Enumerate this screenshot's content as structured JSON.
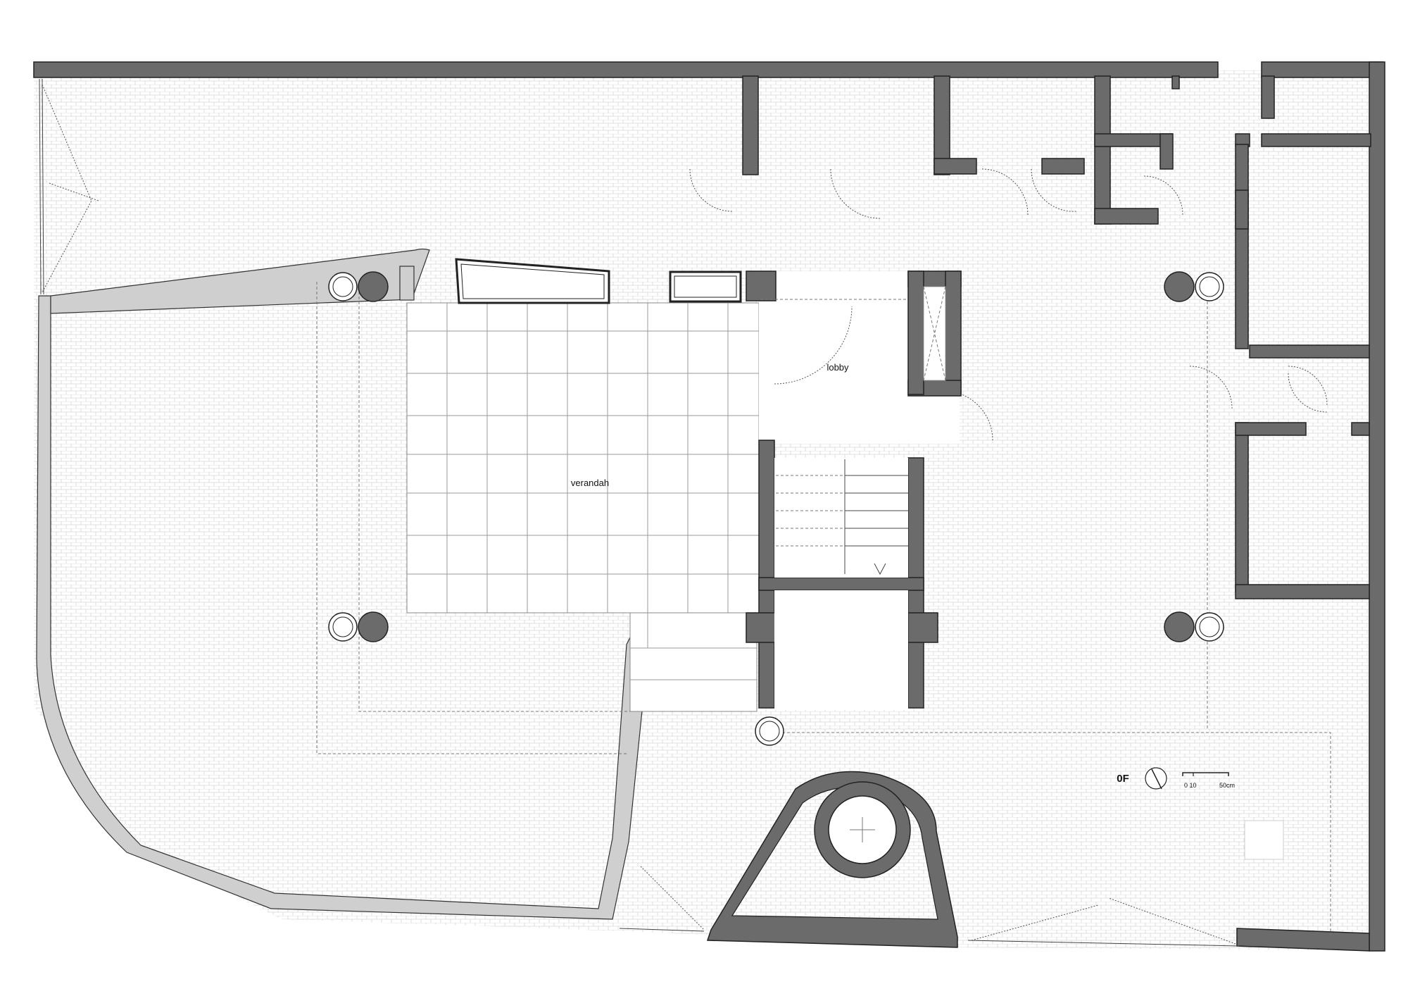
{
  "labels": {
    "lobby": "lobby",
    "verandah": "verandah",
    "floor": "0F",
    "scale_start": "0 10",
    "scale_end": "50cm"
  },
  "colors": {
    "wall": "#6b6b6b",
    "parapet": "#cfcfcf",
    "paving": "#d9d9d9"
  },
  "icons": {
    "north": "north-arrow-icon",
    "columns": "column-icon",
    "stairs": "stair-icon"
  }
}
